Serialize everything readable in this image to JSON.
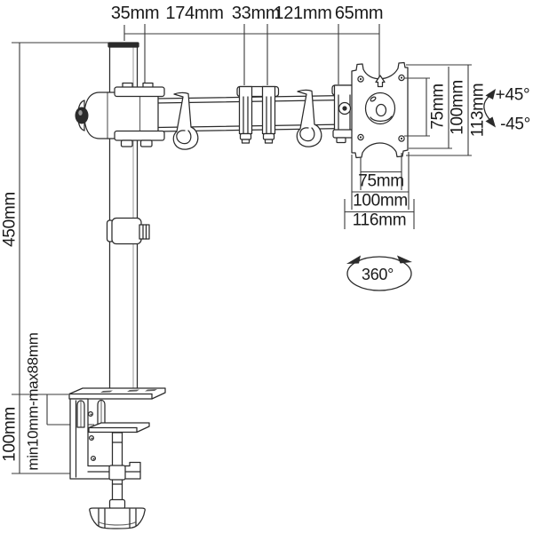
{
  "diagram": {
    "type": "technical-dimension-drawing",
    "subject": "single-monitor desk mount arm with clamp base",
    "background_color": "#ffffff",
    "line_color": "#2b2b2b",
    "text_color": "#1a1a1a",
    "labels": {
      "top": [
        "35mm",
        "174mm",
        "33mm",
        "121mm",
        "65mm"
      ],
      "pole_height": "450mm",
      "clamp_height": "100mm",
      "clamp_grip_range": "min10mm-max88mm",
      "vesa_right": [
        "75mm",
        "100mm",
        "113mm"
      ],
      "vesa_bottom": [
        "75mm",
        "100mm",
        "116mm"
      ],
      "tilt_up": "+45°",
      "tilt_down": "-45°",
      "rotation": "360°"
    }
  }
}
